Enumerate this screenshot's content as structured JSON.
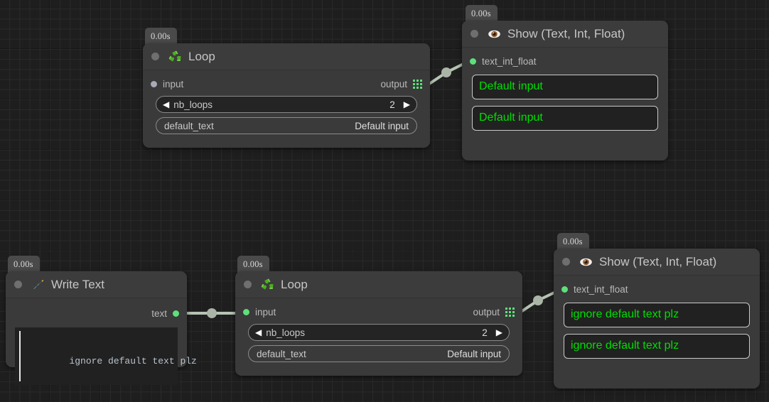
{
  "canvas": {
    "background_color": "#1e1e1e",
    "grid_minor_color": "#2a2a2a",
    "grid_major_color": "#151515",
    "accent_green": "#5ee07a",
    "value_green": "#00df00",
    "wire_color": "#b6c4b3"
  },
  "nodes": [
    {
      "id": "loop-1",
      "time_badge": "0.00s",
      "icon": "recycle-icon",
      "title": "Loop",
      "input_port": {
        "label": "input",
        "state": "unconnected"
      },
      "output_port": {
        "label": "output",
        "icon": "grid-dots-icon"
      },
      "params": [
        {
          "name": "nb_loops",
          "value": "2",
          "type": "stepper",
          "left_arrow": "◀",
          "right_arrow": "▶"
        },
        {
          "name": "default_text",
          "value": "Default input",
          "type": "text"
        }
      ]
    },
    {
      "id": "show-1",
      "time_badge": "0.00s",
      "icon": "eye-icon",
      "title": "Show (Text, Int, Float)",
      "input_port": {
        "label": "text_int_float",
        "state": "connected"
      },
      "values": [
        "Default input",
        "Default input"
      ]
    },
    {
      "id": "write-text-1",
      "time_badge": "0.00s",
      "icon": "pen-nib-icon",
      "title": "Write Text",
      "output_port": {
        "label": "text",
        "state": "connected"
      },
      "editor_text": "ignore default text plz"
    },
    {
      "id": "loop-2",
      "time_badge": "0.00s",
      "icon": "recycle-icon",
      "title": "Loop",
      "input_port": {
        "label": "input",
        "state": "connected"
      },
      "output_port": {
        "label": "output",
        "icon": "grid-dots-icon"
      },
      "params": [
        {
          "name": "nb_loops",
          "value": "2",
          "type": "stepper",
          "left_arrow": "◀",
          "right_arrow": "▶"
        },
        {
          "name": "default_text",
          "value": "Default input",
          "type": "text"
        }
      ]
    },
    {
      "id": "show-2",
      "time_badge": "0.00s",
      "icon": "eye-icon",
      "title": "Show (Text, Int, Float)",
      "input_port": {
        "label": "text_int_float",
        "state": "connected"
      },
      "values": [
        "ignore default text plz",
        "ignore default text plz"
      ]
    }
  ]
}
